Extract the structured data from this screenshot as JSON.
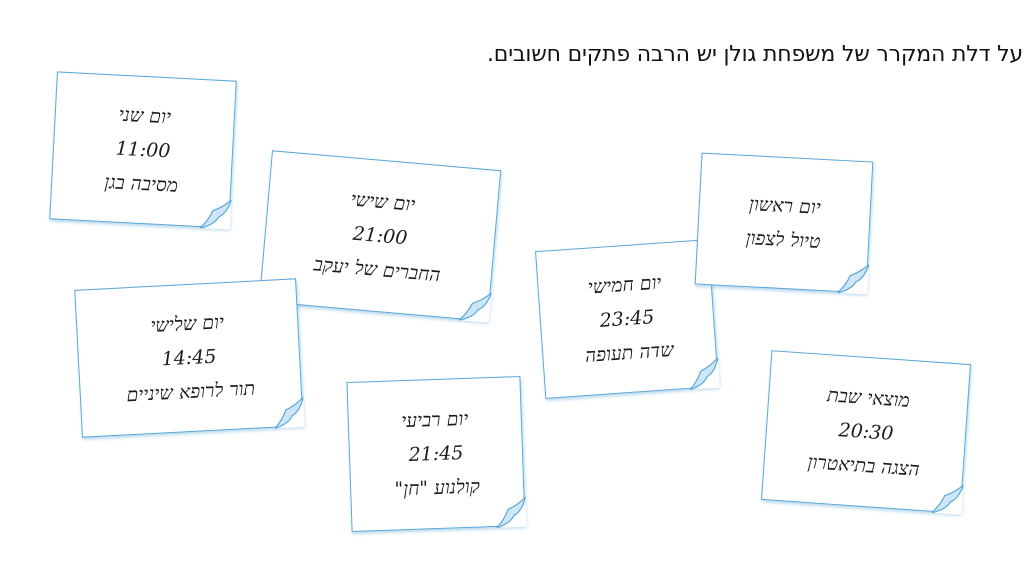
{
  "heading": "על דלת המקרר של משפחת גולן יש הרבה פתקים חשובים.",
  "colors": {
    "note_border": "#5aa6d8",
    "curl_fill": "#cfe6f6",
    "text": "#111111"
  },
  "notes": [
    {
      "day": "יום שני",
      "time": "11:00",
      "event": "מסיבה בגן"
    },
    {
      "day": "יום שישי",
      "time": "21:00",
      "event": "החברים של יעקב"
    },
    {
      "day": "יום שלישי",
      "time": "14:45",
      "event": "תור לרופא שיניים"
    },
    {
      "day": "יום רביעי",
      "time": "21:45",
      "event": "קולנוע \"חן\""
    },
    {
      "day": "יום חמישי",
      "time": "23:45",
      "event": "שדה תעופה"
    },
    {
      "day": "יום ראשון",
      "time": "",
      "event": "טיול לצפון"
    },
    {
      "day": "מוצאי שבת",
      "time": "20:30",
      "event": "הצגה בתיאטרון"
    }
  ]
}
